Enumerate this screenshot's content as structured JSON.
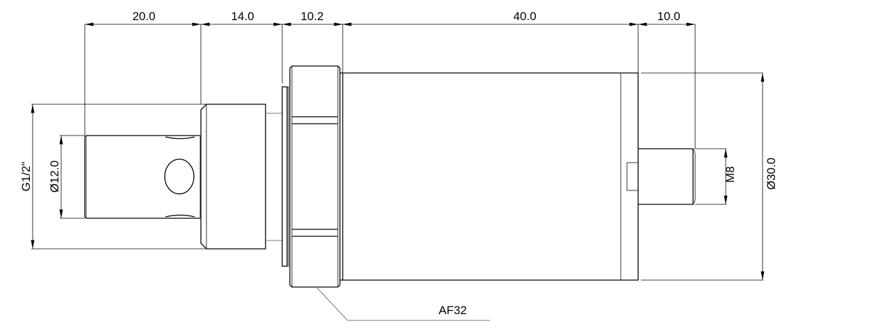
{
  "dimensions": {
    "len_thread": "20.0",
    "len_hex": "14.0",
    "len_nut": "10.2",
    "len_body": "40.0",
    "len_connector": "10.0",
    "thread_size": "G1/2\"",
    "bore_dia": "Ø12.0",
    "connector_thread": "M8",
    "body_dia": "Ø30.0",
    "across_flats": "AF32"
  },
  "colors": {
    "line": "#000000",
    "leader": "#777777"
  }
}
